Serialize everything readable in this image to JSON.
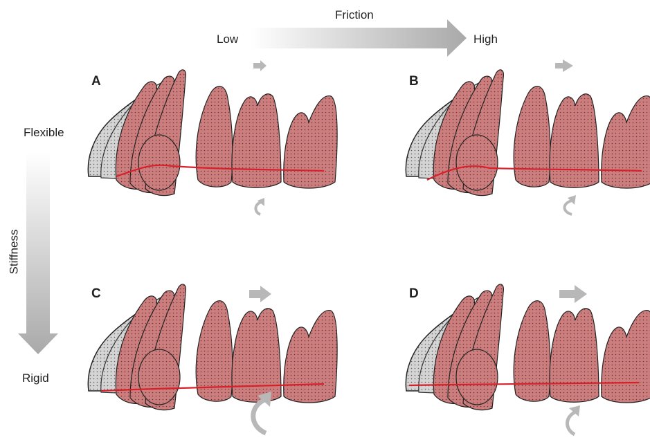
{
  "friction": {
    "title": "Friction",
    "low": "Low",
    "high": "High"
  },
  "stiffness": {
    "title": "Stiffness",
    "flexible": "Flexible",
    "rigid": "Rigid"
  },
  "panels": [
    {
      "letter": "A"
    },
    {
      "letter": "B"
    },
    {
      "letter": "C"
    },
    {
      "letter": "D"
    }
  ],
  "colors": {
    "tooth_fill": "#c97878",
    "tooth_ghost": "#c8c8c8",
    "wire": "#d8202a",
    "arrow_gray": "#b8b8b8"
  }
}
